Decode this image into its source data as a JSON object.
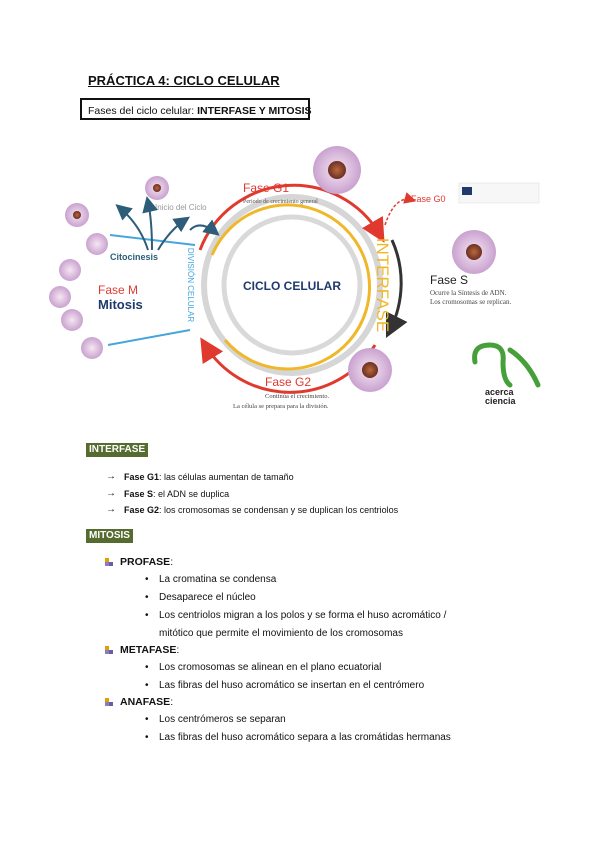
{
  "doc": {
    "title": "PRÁCTICA 4: CICLO CELULAR",
    "subtitle_prefix": "Fases del ciclo celular: ",
    "subtitle_bold": "INTERFASE Y MITOSIS"
  },
  "diagram": {
    "center": "CICLO CELULAR",
    "interfase": "INTERFASE",
    "division": "DIVISIÓN CELULAR",
    "g1_title": "Fase G1",
    "g1_desc": "Periodo de crecimiento general",
    "g0": "Fase G0",
    "s_title": "Fase S",
    "s_desc1": "Ocurre la Síntesis de ADN.",
    "s_desc2": "Los cromosomas se replican.",
    "g2_title": "Fase G2",
    "g2_desc1": "Continúa el crecimiento.",
    "g2_desc2": "La célula se prepara para la división.",
    "m_title": "Fase M",
    "m_title2": "Mitosis",
    "citocinesis": "Citocinesis",
    "inicio": "Inicio del Ciclo",
    "logo1": "acerca",
    "logo2": "ciencia",
    "colors": {
      "red": "#e03a2f",
      "yellow": "#f0b72a",
      "blue": "#43a6dd",
      "navy": "#1f3a6b",
      "gray": "#cfcfcf"
    }
  },
  "interfase": {
    "label": "INTERFASE",
    "items": [
      {
        "bold": "Fase G1",
        "text": ": las células aumentan de tamaño"
      },
      {
        "bold": "Fase S",
        "text": ": el ADN se duplica"
      },
      {
        "bold": "Fase G2",
        "text": ": los cromosomas se condensan y  se duplican los centriolos"
      }
    ]
  },
  "mitosis": {
    "label": "MITOSIS",
    "profase": "PROFASE",
    "profase_items": [
      "La cromatina se condensa",
      "Desaparece el núcleo",
      "Los centriolos migran a los polos y se forma el huso acromático /",
      "mitótico que permite el movimiento de los cromosomas"
    ],
    "metafase": "METAFASE",
    "metafase_items": [
      "Los cromosomas se alinean en el plano ecuatorial",
      "Las fibras del huso acromático se insertan en el centrómero"
    ],
    "anafase": "ANAFASE",
    "anafase_items": [
      "Los centrómeros se separan",
      "Las fibras del huso acromático separa a las cromátidas hermanas"
    ]
  }
}
